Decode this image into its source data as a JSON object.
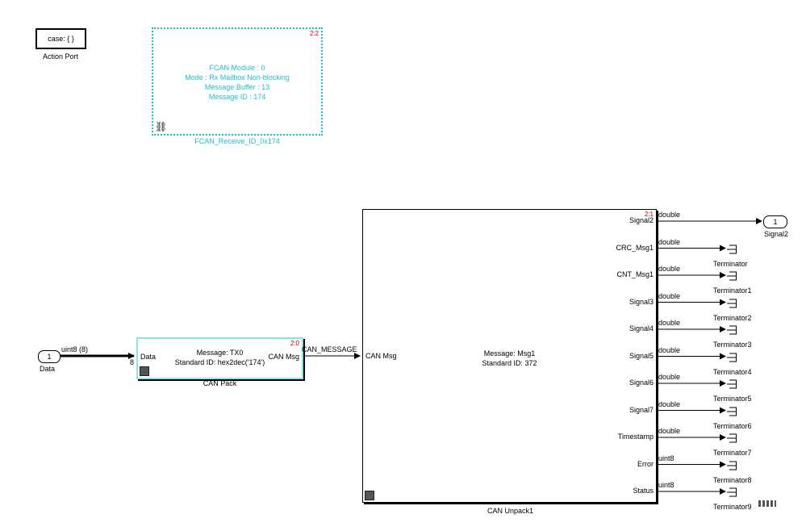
{
  "action_port": {
    "block_text": "case: { }",
    "label": "Action Port"
  },
  "fcan_receive": {
    "tag": "2:2",
    "lines": [
      "FCAN Module : 0",
      "Mode : Rx Mailbox Non-blocking",
      "Message Buffer : 13",
      "Message ID : 174"
    ],
    "label": "FCAN_Receive_ID_0x174"
  },
  "inport_data": {
    "number": "1",
    "label": "Data",
    "signal_type": "uint8 (8)",
    "width": "8"
  },
  "can_pack": {
    "tag": "2:0",
    "input_port": "Data",
    "output_port": "CAN Msg",
    "lines": [
      "Message: TX0",
      "Standard ID: hex2dec('174')"
    ],
    "label": "CAN Pack"
  },
  "can_message_signal": "CAN_MESSAGE",
  "can_unpack": {
    "tag": "2:1",
    "input_port": "CAN Msg",
    "lines": [
      "Message: Msg1",
      "Standard ID: 372"
    ],
    "label": "CAN Unpack1",
    "outputs": [
      {
        "port": "Signal2",
        "type": "double"
      },
      {
        "port": "CRC_Msg1",
        "type": "double"
      },
      {
        "port": "CNT_Msg1",
        "type": "double"
      },
      {
        "port": "Signal3",
        "type": "double"
      },
      {
        "port": "Signal4",
        "type": "double"
      },
      {
        "port": "Signal5",
        "type": "double"
      },
      {
        "port": "Signal6",
        "type": "double"
      },
      {
        "port": "Signal7",
        "type": "double"
      },
      {
        "port": "Timestamp",
        "type": "double"
      },
      {
        "port": "Error",
        "type": "uint8"
      },
      {
        "port": "Status",
        "type": "uint8"
      }
    ]
  },
  "outport_signal2": {
    "number": "1",
    "label": "Signal2"
  },
  "terminators": [
    "Terminator",
    "Terminator1",
    "Terminator2",
    "Terminator3",
    "Terminator4",
    "Terminator5",
    "Terminator6",
    "Terminator7",
    "Terminator8",
    "Terminator9"
  ]
}
